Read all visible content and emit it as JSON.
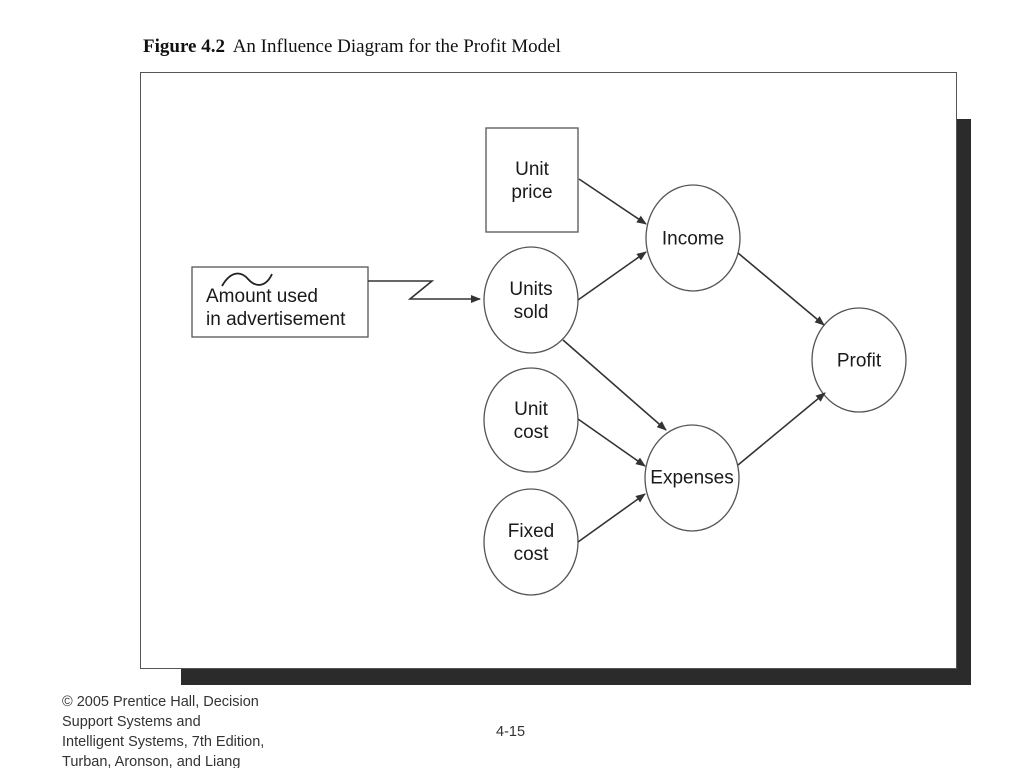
{
  "caption": {
    "number": "Figure 4.2",
    "title": "An Influence Diagram for the Profit Model"
  },
  "nodes": {
    "unit_price": "Unit\nprice",
    "income": "Income",
    "amount_advertisement": "Amount used\nin advertisement",
    "units_sold": "Units\nsold",
    "profit": "Profit",
    "unit_cost": "Unit\ncost",
    "expenses": "Expenses",
    "fixed_cost": "Fixed\ncost"
  },
  "footer": {
    "copyright_lines": [
      "© 2005  Prentice Hall, Decision",
      "Support Systems and",
      "Intelligent Systems, 7th Edition,",
      "Turban, Aronson, and Liang"
    ],
    "page": "4-15"
  }
}
